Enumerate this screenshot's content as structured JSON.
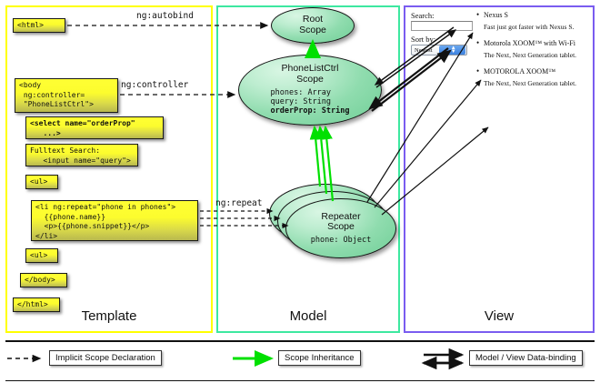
{
  "panels": {
    "template": {
      "label": "Template",
      "border_color": "#ffff00"
    },
    "model": {
      "label": "Model",
      "border_color": "#3de8a0"
    },
    "view": {
      "label": "View",
      "border_color": "#7a5cf0"
    }
  },
  "template_boxes": [
    {
      "id": "html-open",
      "text": "<html>"
    },
    {
      "id": "body-open",
      "text": "<body\n ng:controller=\n \"PhoneListCtrl\">"
    },
    {
      "id": "select",
      "text": "<select name=\"orderProp\"\n   ...>"
    },
    {
      "id": "fulltext",
      "text": "Fulltext Search:\n   <input name=\"query\">"
    },
    {
      "id": "ul-open",
      "text": "<ul>"
    },
    {
      "id": "li-repeat",
      "text": "<li ng:repeat=\"phone in phones\">\n  {{phone.name}}\n  <p>{{phone.snippet}}</p>\n</li>"
    },
    {
      "id": "ul-close",
      "text": "<ul>"
    },
    {
      "id": "body-close",
      "text": "</body>"
    },
    {
      "id": "html-close",
      "text": "</html>"
    }
  ],
  "edge_labels": {
    "autobind": "ng:autobind",
    "controller": "ng:controller",
    "repeat": "ng:repeat"
  },
  "scopes": [
    {
      "id": "root",
      "title_line1": "Root",
      "title_line2": "Scope",
      "props": []
    },
    {
      "id": "ctrl",
      "title_line1": "PhoneListCtrl",
      "title_line2": "Scope",
      "props": [
        {
          "text": "phones: Array",
          "bold": false
        },
        {
          "text": "query: String",
          "bold": false
        },
        {
          "text": "orderProp: String",
          "bold": true
        }
      ]
    },
    {
      "id": "repeater",
      "title_line1": "Repeater",
      "title_line2": "Scope",
      "props": [
        {
          "text": "phone: Object",
          "bold": false
        }
      ]
    }
  ],
  "view": {
    "search_label": "Search:",
    "search_value": "",
    "sort_label": "Sort by:",
    "sort_selected": "Newest",
    "phones": [
      {
        "name": "Nexus S",
        "snippet": "Fast just got faster with Nexus S."
      },
      {
        "name": "Motorola XOOM™  with Wi-Fi",
        "snippet": "The Next, Next Generation tablet."
      },
      {
        "name": "MOTOROLA XOOM™",
        "snippet": "The Next, Next Generation tablet."
      }
    ]
  },
  "legend": [
    {
      "id": "implicit",
      "label": "Implicit Scope Declaration",
      "style": "dashed-arrow",
      "color": "#111111"
    },
    {
      "id": "inheritance",
      "label": "Scope Inheritance",
      "style": "solid-arrow",
      "color": "#00e000"
    },
    {
      "id": "databinding",
      "label": "Model / View Data-binding",
      "style": "double-arrow",
      "color": "#111111"
    }
  ],
  "colors": {
    "box_fill_top": "#ffff33",
    "box_fill_bottom": "#b8b84e",
    "scope_fill": "#8fdcae",
    "inheritance_green": "#00e000"
  }
}
